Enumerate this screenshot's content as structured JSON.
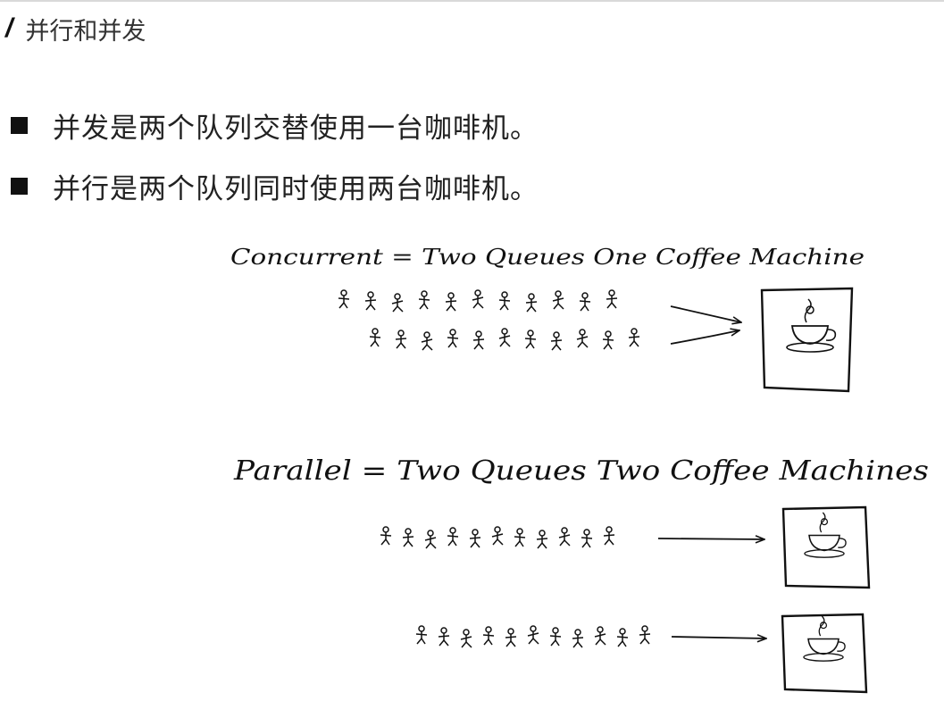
{
  "header": {
    "title": "并行和并发"
  },
  "bullets": [
    "并发是两个队列交替使用一台咖啡机。",
    "并行是两个队列同时使用两台咖啡机。"
  ],
  "sketch": {
    "concurrent_caption": "Concurrent = Two Queues One Coffee Machine",
    "parallel_caption": "Parallel = Two Queues Two Coffee Machines",
    "queue_size": 11
  }
}
